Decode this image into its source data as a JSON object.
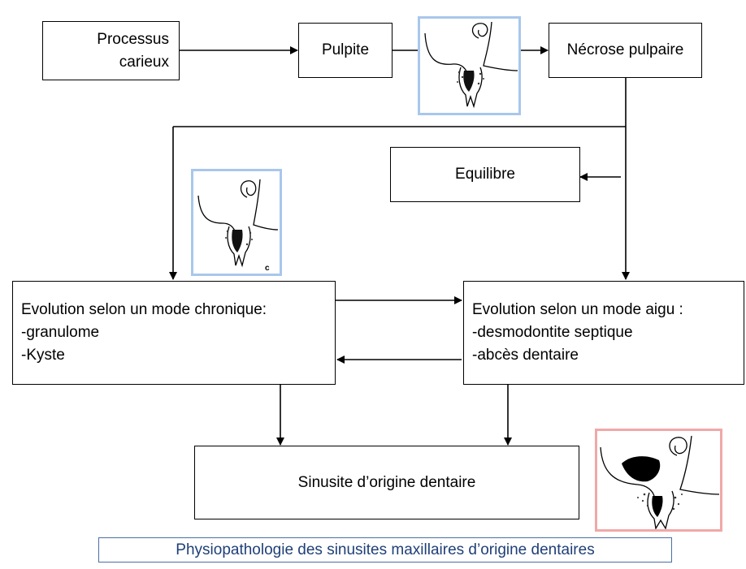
{
  "boxes": {
    "processus": {
      "line1": "Processus",
      "line2": "carieux"
    },
    "pulpite": {
      "label": "Pulpite"
    },
    "necrose": {
      "label": "Nécrose pulpaire"
    },
    "equilibre": {
      "label": "Equilibre"
    },
    "chronique": {
      "title": "Evolution selon un mode chronique:",
      "items": [
        "-granulome",
        "-Kyste"
      ]
    },
    "aigu": {
      "title": "Evolution selon un mode aigu :",
      "items": [
        "-desmodontite septique",
        "-abcès dentaire"
      ]
    },
    "sinusite": {
      "label": "Sinusite d’origine dentaire"
    }
  },
  "figures": {
    "chronic_fig_letter": "c"
  },
  "caption": "Physiopathologie des sinusites maxillaires d’origine dentaires",
  "colors": {
    "figure_border_blue": "#a9c7ec",
    "figure_border_red": "#f0a8a8",
    "caption_text": "#1f3f77",
    "caption_border": "#4a6fa5"
  }
}
